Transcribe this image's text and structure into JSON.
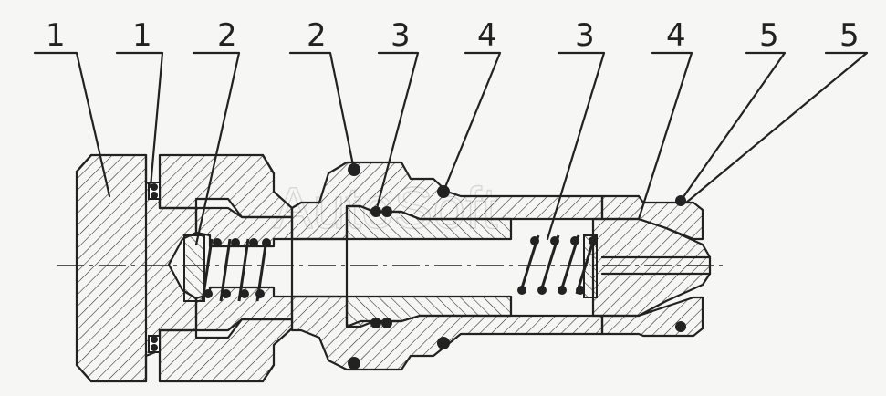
{
  "callouts": [
    {
      "id": "c1a",
      "label": "1"
    },
    {
      "id": "c1b",
      "label": "1"
    },
    {
      "id": "c2a",
      "label": "2"
    },
    {
      "id": "c2b",
      "label": "2"
    },
    {
      "id": "c3a",
      "label": "3"
    },
    {
      "id": "c4a",
      "label": "4"
    },
    {
      "id": "c3b",
      "label": "3"
    },
    {
      "id": "c4b",
      "label": "4"
    },
    {
      "id": "c5a",
      "label": "5"
    },
    {
      "id": "c5b",
      "label": "5"
    }
  ],
  "watermark": "AutoSoft",
  "colors": {
    "ink": "#222222",
    "paper": "#f6f6f4",
    "watermark": "#cfcfcf"
  }
}
